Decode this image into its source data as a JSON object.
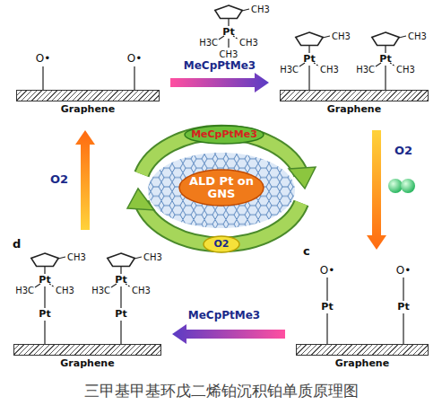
{
  "diagram": {
    "caption": "三甲基甲基环戊二烯铂沉积铂单质原理图",
    "nodes": [
      {
        "text": [
          "Graphene"
        ]
      },
      {
        "text": [
          "Graphene"
        ]
      },
      {
        "text": [
          "MeCpPtMe3"
        ]
      },
      {
        "text": [
          "ALD Pt on GNS"
        ]
      },
      {
        "text": [
          "O2"
        ]
      },
      {
        "text": [
          "Graphene"
        ]
      },
      {
        "text": [
          "Graphene"
        ]
      }
    ],
    "edges": [
      {
        "from": 0,
        "to": 1,
        "arrow": "to",
        "label": "MeCpPtMe3"
      },
      {
        "from": 1,
        "to": 5,
        "arrow": "to",
        "label": "O2"
      },
      {
        "from": 5,
        "to": 6,
        "arrow": "to",
        "label": "MeCpPtMe3"
      },
      {
        "from": 6,
        "to": 0,
        "arrow": "to",
        "label": "O2"
      }
    ],
    "labels": [
      "O•",
      "O•",
      "CH3",
      "Pt",
      "H3C",
      "CH3",
      "CH3",
      "CH3",
      "Pt",
      "H3C",
      "CH3",
      "CH3",
      "Pt",
      "H3C",
      "CH3",
      "d",
      "CH3",
      "Pt",
      "H3C",
      "CH3",
      "Pt",
      "CH3",
      "Pt",
      "H3C",
      "CH3",
      "Pt",
      "c",
      "O•",
      "Pt",
      "O•",
      "Pt"
    ]
  }
}
